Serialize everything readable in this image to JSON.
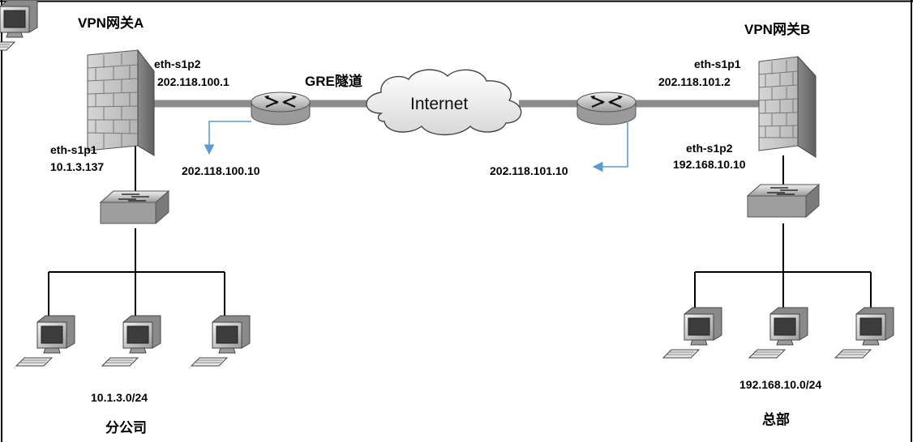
{
  "gateway_a": {
    "title": "VPN网关A",
    "wan_port": "eth-s1p2",
    "wan_ip": "202.118.100.1",
    "lan_port": "eth-s1p1",
    "lan_ip": "10.1.3.137",
    "router_ip": "202.118.100.10",
    "subnet": "10.1.3.0/24",
    "site": "分公司"
  },
  "gateway_b": {
    "title": "VPN网关B",
    "wan_port": "eth-s1p1",
    "wan_ip": "202.118.101.2",
    "lan_port": "eth-s1p2",
    "lan_ip": "192.168.10.10",
    "router_ip": "202.118.101.10",
    "subnet": "192.168.10.0/24",
    "site": "总部"
  },
  "tunnel_label": "GRE隧道",
  "cloud_label": "Internet",
  "colors": {
    "frame": "#000000",
    "link": "#8c8c8c",
    "arrow": "#5b9bd5",
    "device": "#c8c8c8"
  },
  "icons": [
    "firewall-icon",
    "router-icon",
    "switch-icon",
    "computer-icon",
    "cloud-icon"
  ]
}
